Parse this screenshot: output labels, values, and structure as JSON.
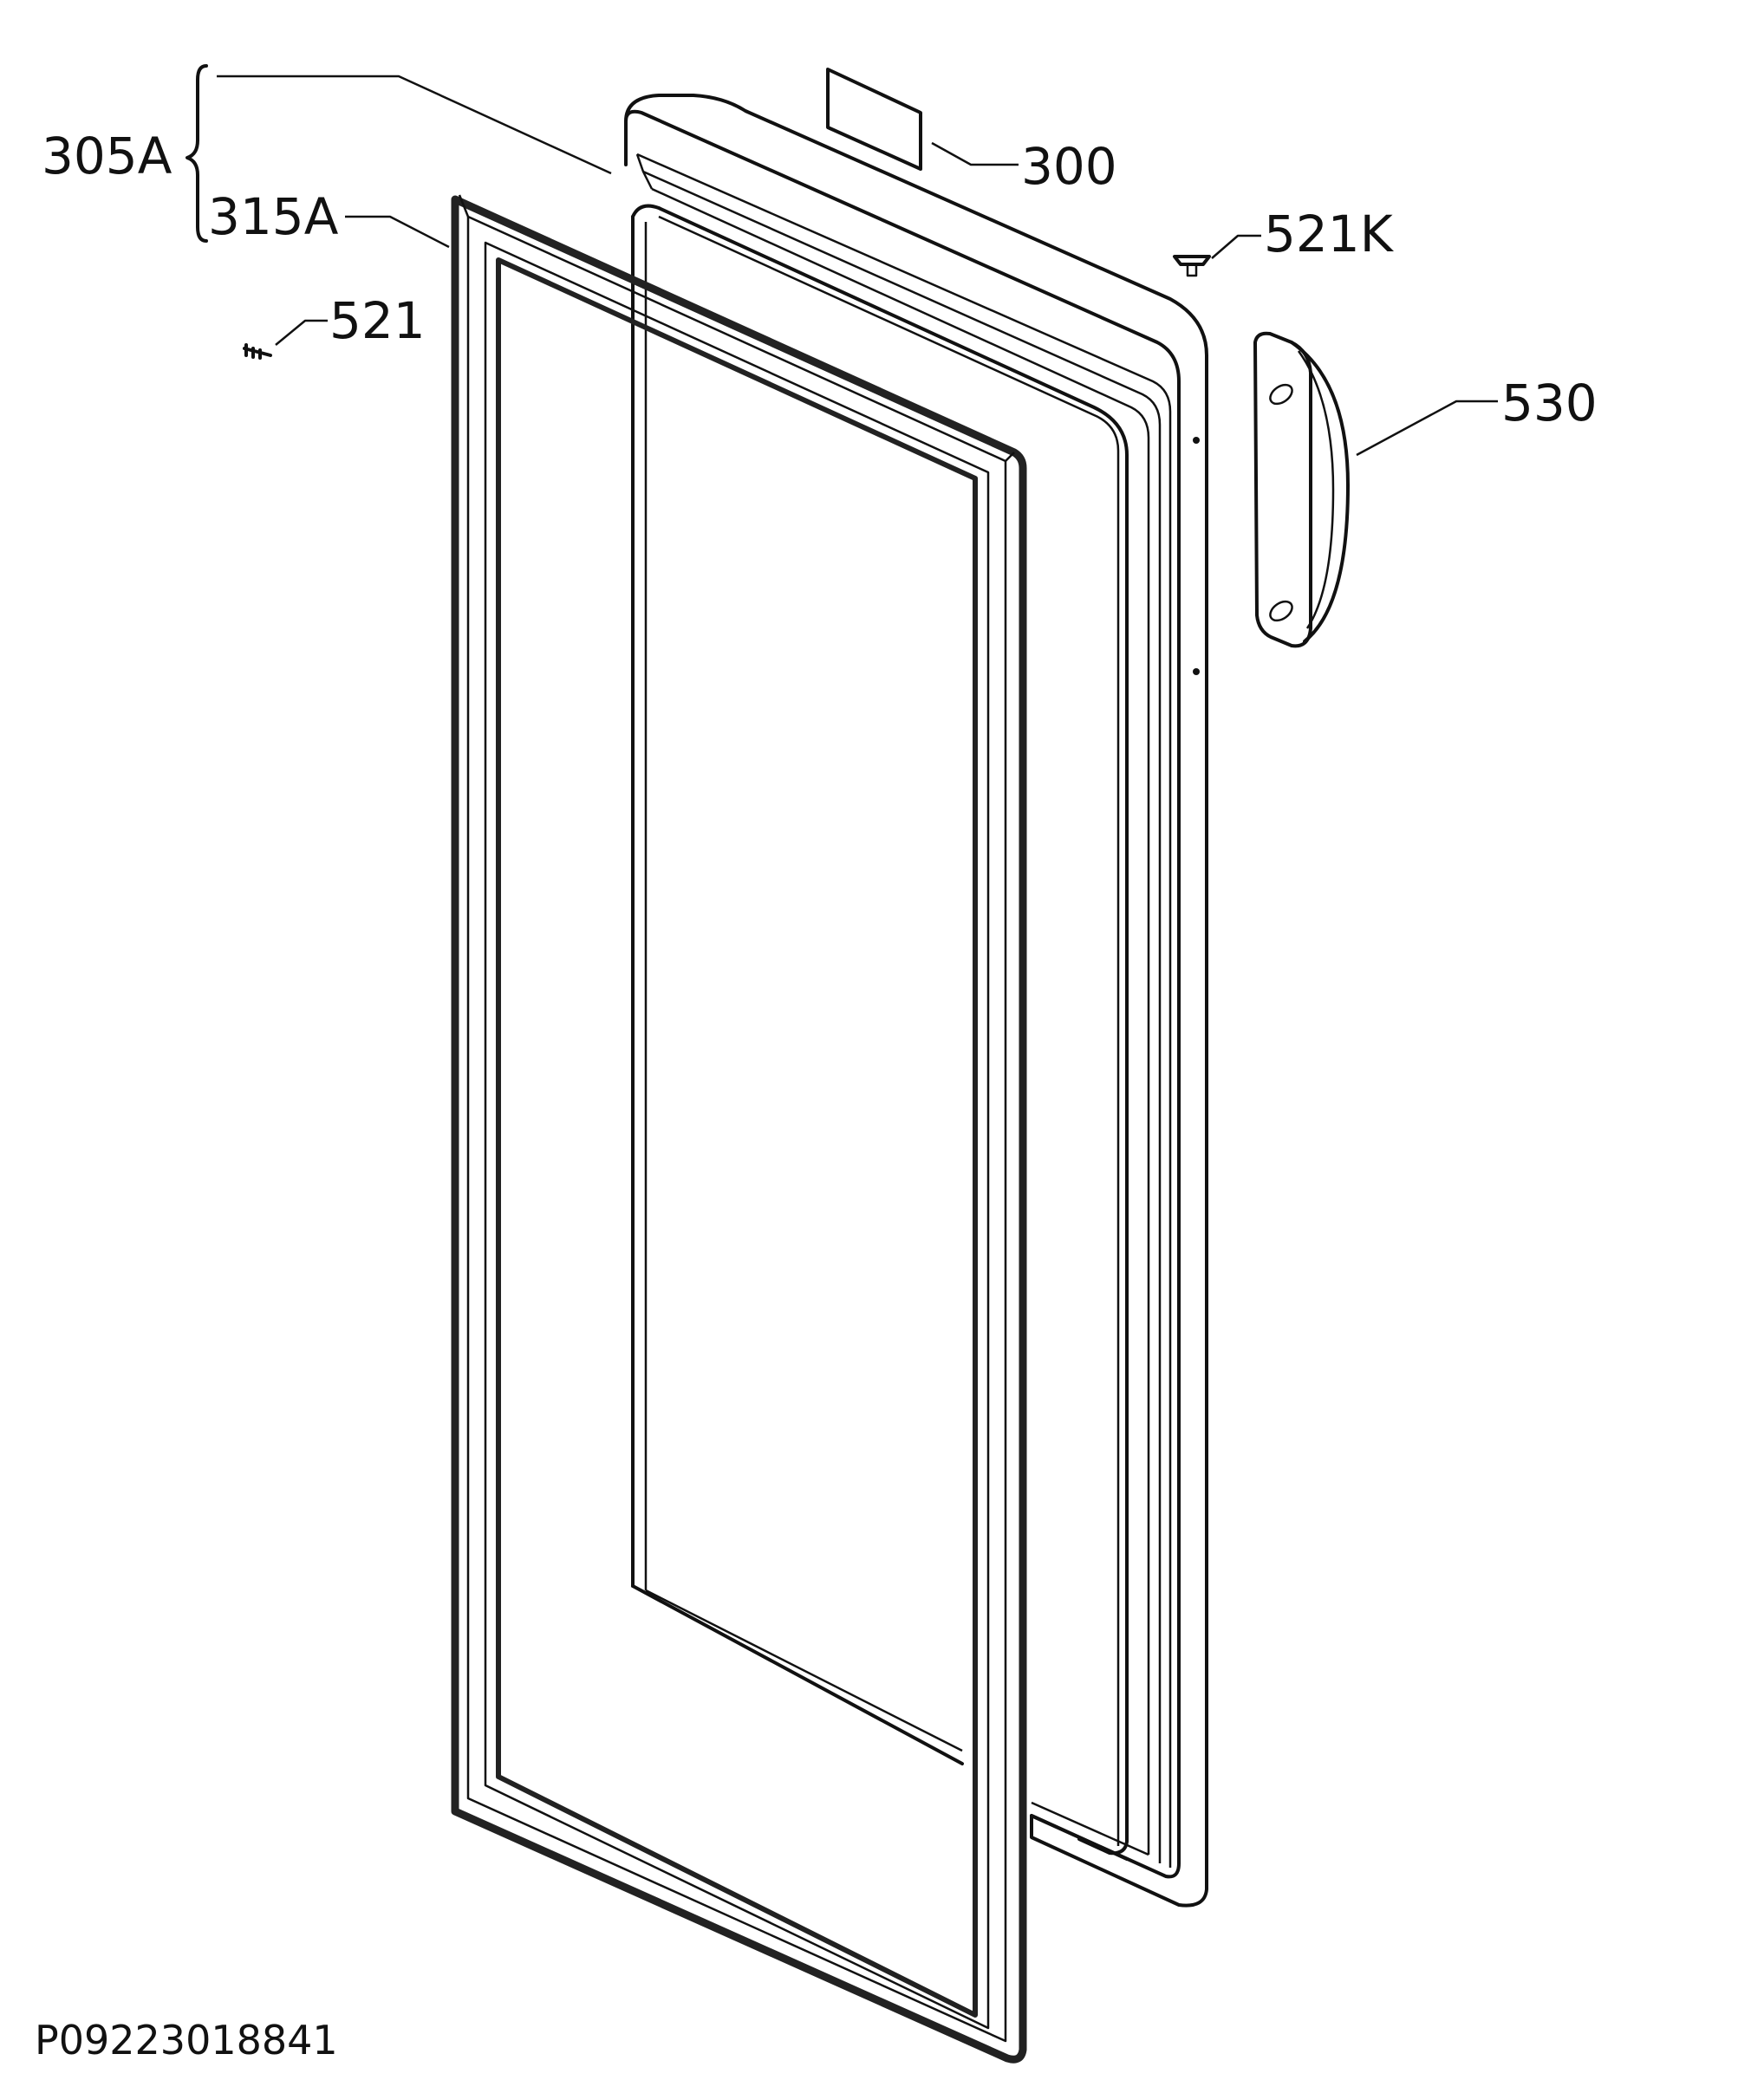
{
  "diagram": {
    "labels": {
      "assembly": "305A",
      "gasket": "315A",
      "door": "300",
      "plug": "521K",
      "screw": "521",
      "handle": "530"
    },
    "drawing_code": "P09223018841"
  }
}
